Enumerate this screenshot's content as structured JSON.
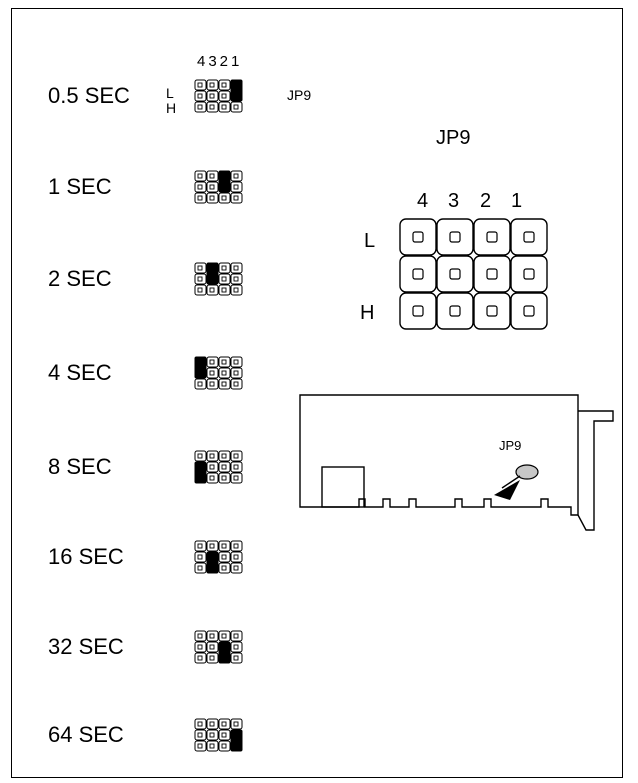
{
  "header": {
    "pin_numbers": "4321",
    "row_l": "L",
    "row_h": "H",
    "jumper_tag": "JP9"
  },
  "settings": [
    {
      "label": "0.5 SEC",
      "jumper_col": 1,
      "jumper_span": "top"
    },
    {
      "label": "1 SEC",
      "jumper_col": 2,
      "jumper_span": "top"
    },
    {
      "label": "2 SEC",
      "jumper_col": 3,
      "jumper_span": "top"
    },
    {
      "label": "4 SEC",
      "jumper_col": 4,
      "jumper_span": "top"
    },
    {
      "label": "8 SEC",
      "jumper_col": 4,
      "jumper_span": "bottom"
    },
    {
      "label": "16 SEC",
      "jumper_col": 3,
      "jumper_span": "bottom"
    },
    {
      "label": "32 SEC",
      "jumper_col": 2,
      "jumper_span": "bottom"
    },
    {
      "label": "64 SEC",
      "jumper_col": 1,
      "jumper_span": "bottom"
    }
  ],
  "big_diagram": {
    "title": "JP9",
    "col_1": "1",
    "col_2": "2",
    "col_3": "3",
    "col_4": "4",
    "row_l": "L",
    "row_h": "H"
  },
  "card": {
    "jumper_label": "JP9"
  }
}
